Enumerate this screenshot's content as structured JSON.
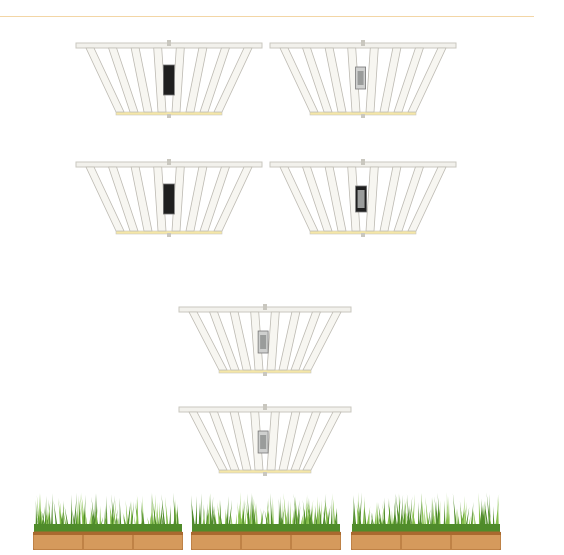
{
  "colors": {
    "divider": "#f3d6a6",
    "frame": "#f2f1ec",
    "frame_edge": "#c9c7bf",
    "bar": "#f7f6f1",
    "bar_edge": "#bdbab2",
    "driver_dark": "#1f1f1f",
    "driver_light": "#cfd0cf",
    "led_glow": "#f5e7a8",
    "grass": "#4f8b2a",
    "grass_light": "#86c04c",
    "pot": "#d59a5c",
    "pot_dark": "#a9692f"
  },
  "fixtures": [
    {
      "name": "fixture-row1-left",
      "driver": "dark"
    },
    {
      "name": "fixture-row1-right",
      "driver": "light"
    },
    {
      "name": "fixture-row2-left",
      "driver": "dark"
    },
    {
      "name": "fixture-row2-right",
      "driver": "dark-small"
    },
    {
      "name": "fixture-row3-center",
      "driver": "light"
    },
    {
      "name": "fixture-row4-center",
      "driver": "light"
    }
  ],
  "planters": [
    {
      "name": "planter-left"
    },
    {
      "name": "planter-center"
    },
    {
      "name": "planter-right"
    }
  ]
}
